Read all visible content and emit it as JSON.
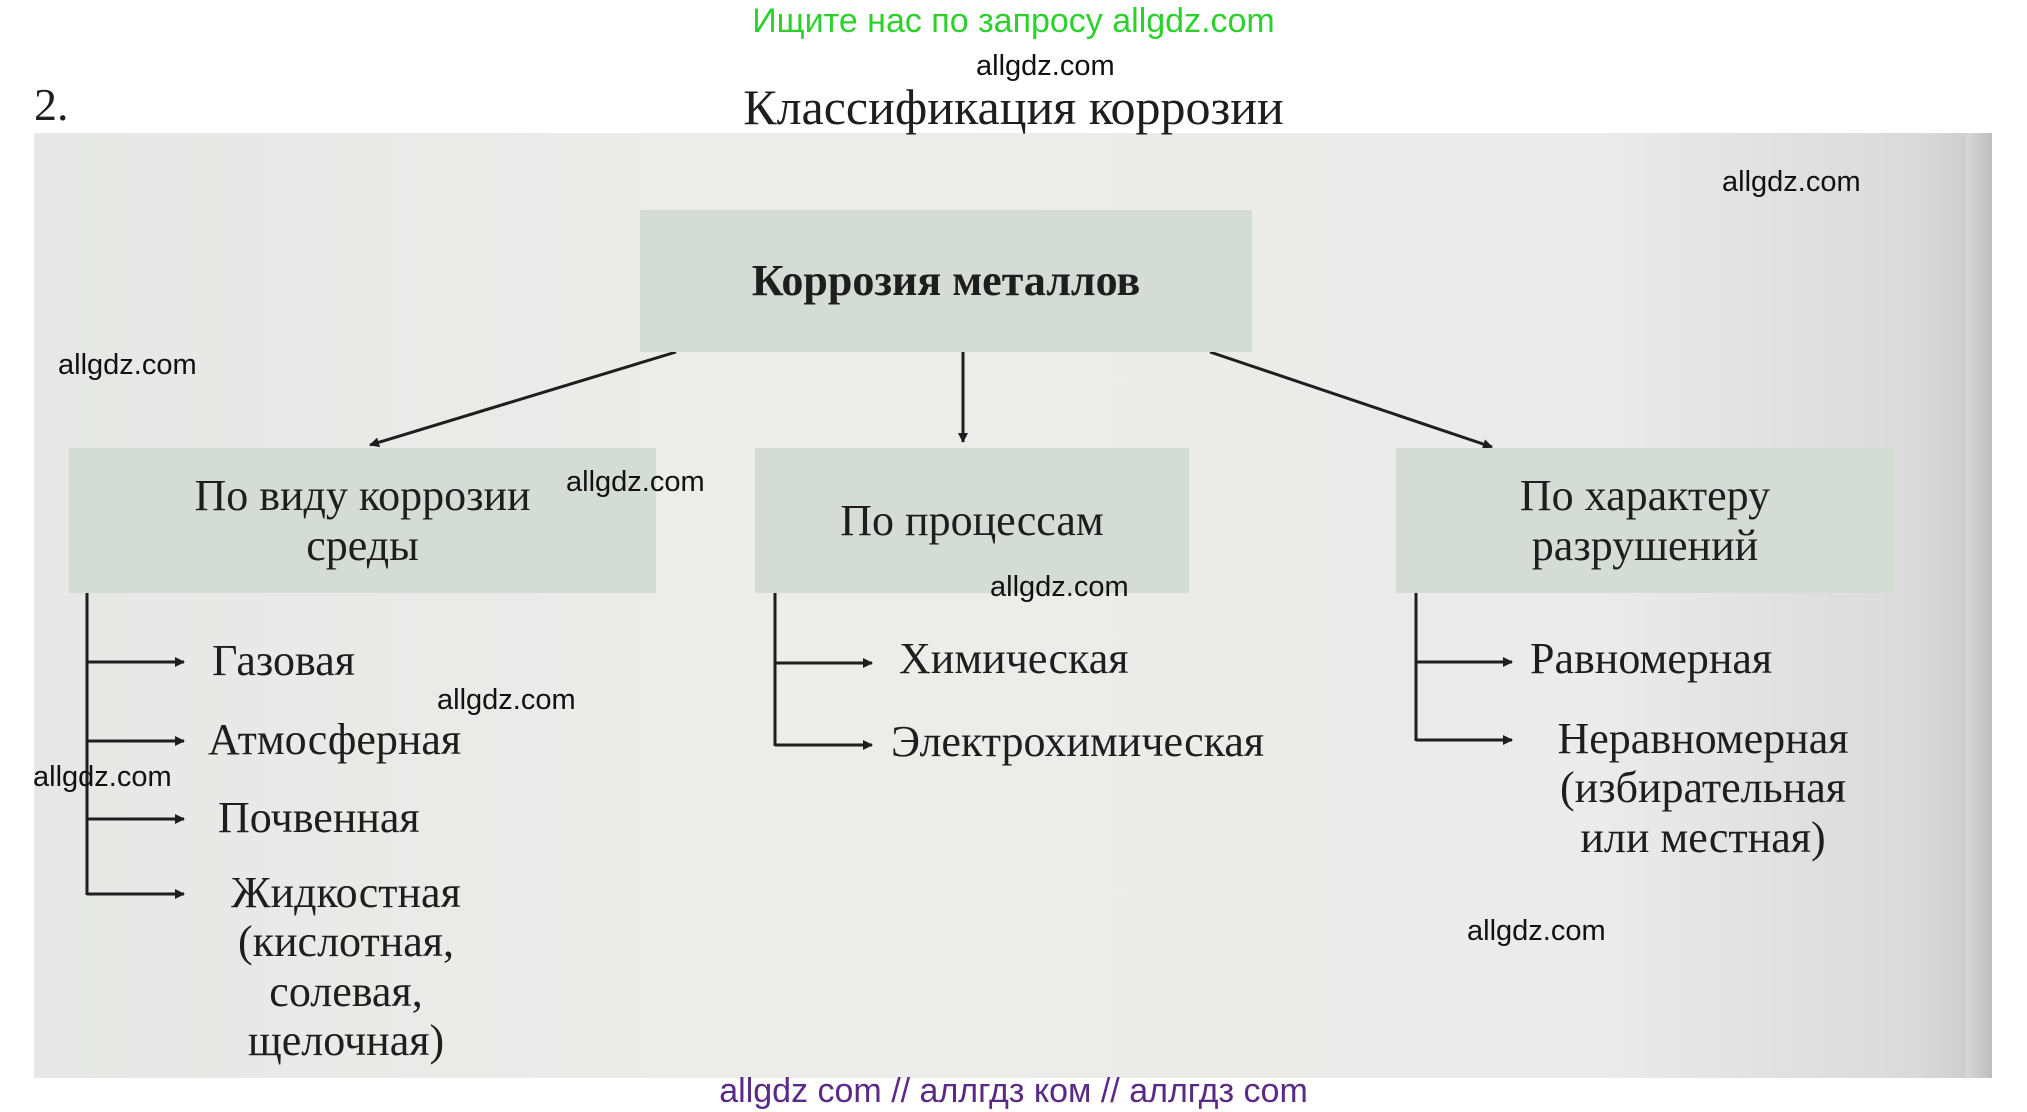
{
  "banner_top": "Ищите нас по запросу allgdz.com",
  "banner_bottom": "allgdz com  //  аллгдз ком  //  аллгдз com",
  "task_number": "2.",
  "title": "Классификация коррозии",
  "root": "Коррозия металлов",
  "categories": [
    {
      "label_lines": [
        "По виду коррозии",
        "среды"
      ],
      "items": [
        {
          "lines": [
            "Газовая"
          ]
        },
        {
          "lines": [
            "Атмосферная"
          ]
        },
        {
          "lines": [
            "Почвенная"
          ]
        },
        {
          "lines": [
            "Жидкостная",
            "(кислотная,",
            "солевая,",
            "щелочная)"
          ]
        }
      ]
    },
    {
      "label_lines": [
        "По процессам"
      ],
      "items": [
        {
          "lines": [
            "Химическая"
          ]
        },
        {
          "lines": [
            "Электрохимическая"
          ]
        }
      ]
    },
    {
      "label_lines": [
        "По характеру",
        "разрушений"
      ],
      "items": [
        {
          "lines": [
            "Равномерная"
          ]
        },
        {
          "lines": [
            "Неравномерная",
            "(избирательная",
            "или местная)"
          ]
        }
      ]
    }
  ],
  "watermarks": [
    "allgdz.com",
    "allgdz.com",
    "allgdz.com",
    "allgdz.com",
    "allgdz.com",
    "allgdz.com",
    "allgdz.com",
    "allgdz.com"
  ],
  "colors": {
    "banner_top": "#2dd12d",
    "banner_bottom": "#5a2a86",
    "box_fill": "#d5dcd6",
    "scan_bg": "#e8e9e8",
    "ink": "#1e1e1e"
  }
}
